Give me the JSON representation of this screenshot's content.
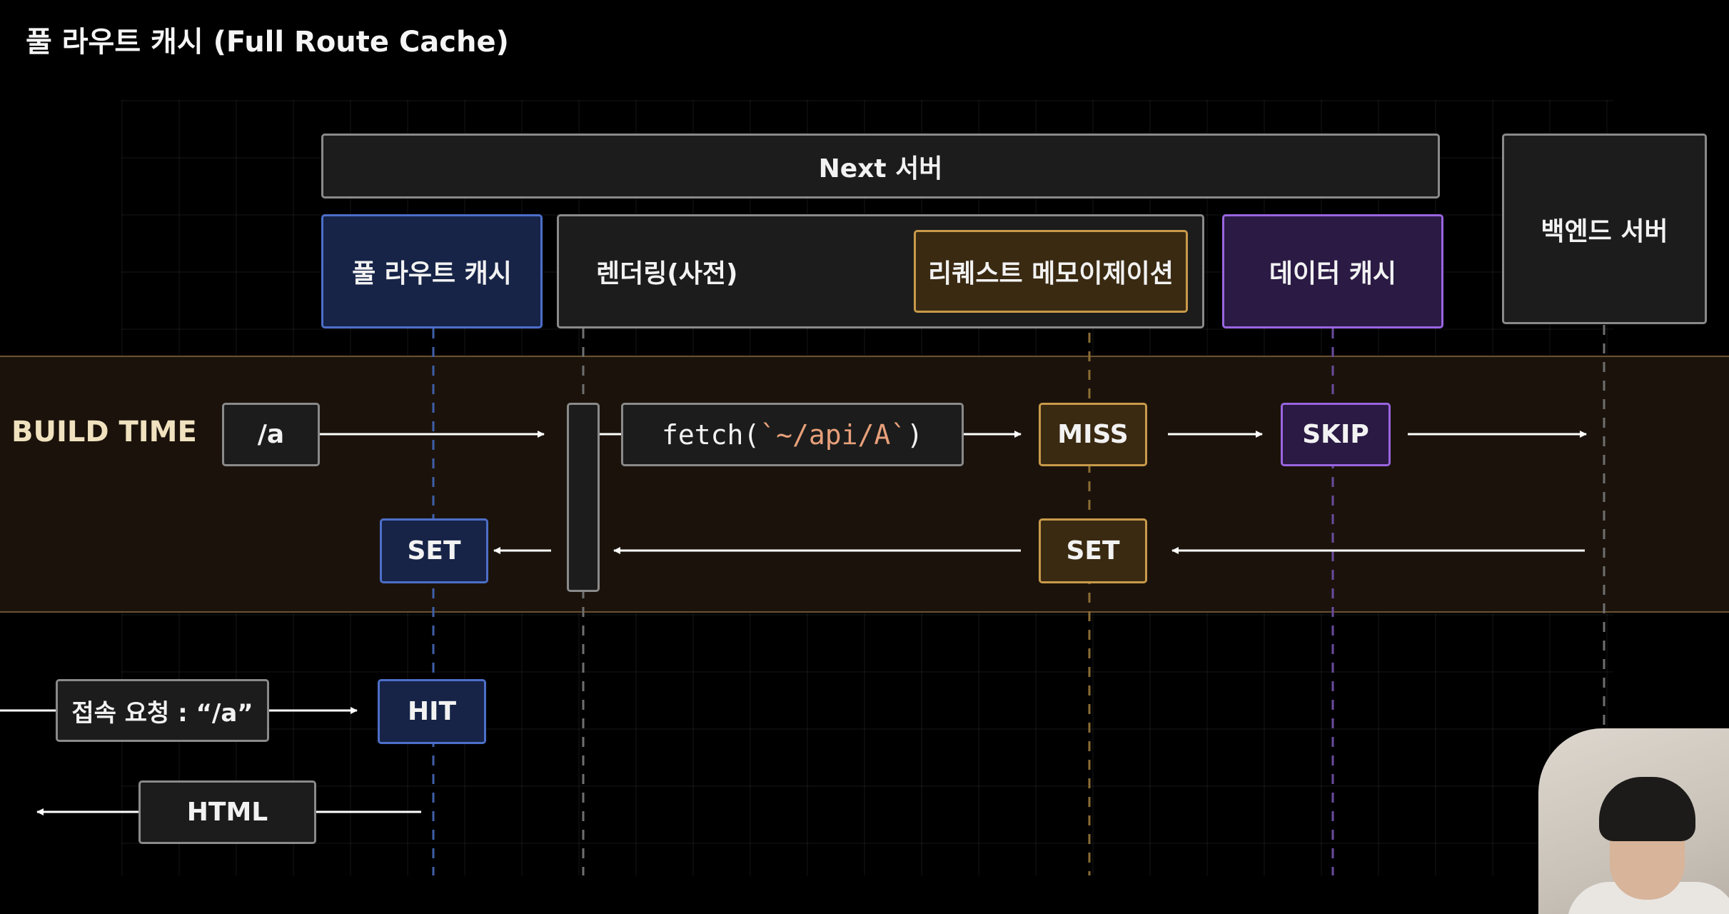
{
  "title": "풀 라우트 캐시 (Full Route Cache)",
  "header": {
    "next_server": "Next 서버",
    "backend_server": "백엔드 서버"
  },
  "columns": {
    "full_route_cache": "풀 라우트 캐시",
    "rendering": "렌더링(사전)",
    "request_memoization": "리퀘스트 메모이제이션",
    "data_cache": "데이터 캐시"
  },
  "build": {
    "label": "BUILD TIME",
    "route": "/a",
    "fetch_prefix": "fetch(",
    "fetch_tick_open": "`",
    "fetch_path": "~/api/A",
    "fetch_tick_close": "`",
    "fetch_suffix": ")",
    "miss": "MISS",
    "skip": "SKIP",
    "set_route": "SET",
    "set_memo": "SET"
  },
  "request": {
    "access": "접속 요청 : “/a”",
    "hit": "HIT",
    "html": "HTML"
  },
  "colors": {
    "blue": "#4d6fc9",
    "purple": "#9a65e0",
    "gold": "#c89a4a",
    "gray": "#8a8a8a",
    "band": "#1b130b"
  }
}
